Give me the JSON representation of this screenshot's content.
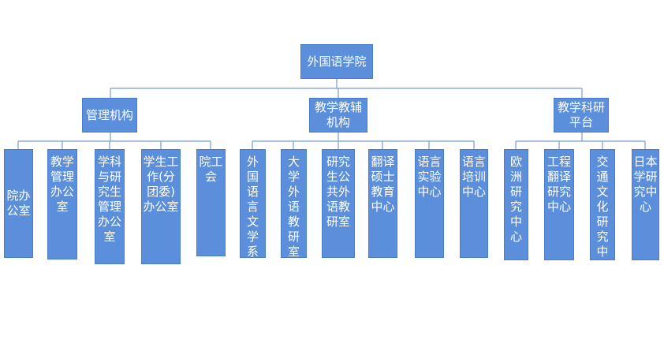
{
  "colors": {
    "box_fill": "#5b8fdc",
    "box_text": "#ffffff",
    "connector": "#7a9ccf"
  },
  "root": {
    "label": "外国语学院"
  },
  "groups": [
    {
      "label": "管理机构",
      "children": [
        "院办公室",
        "教学管理办公室",
        "学科与研究生管理办公室",
        "学生工作(分团委)办公室",
        "院工会"
      ]
    },
    {
      "label": "教学教辅机构",
      "children": [
        "外国语言文学系",
        "大学外语教研室",
        "研究生公共外语教研室",
        "翻译硕士教育中心",
        "语言实验中心",
        "语言培训中心"
      ]
    },
    {
      "label": "教学科研平台",
      "children": [
        "欧洲研究中心",
        "工程翻译研究中心",
        "交通文化研究中心",
        "日本学研究中心"
      ]
    }
  ]
}
